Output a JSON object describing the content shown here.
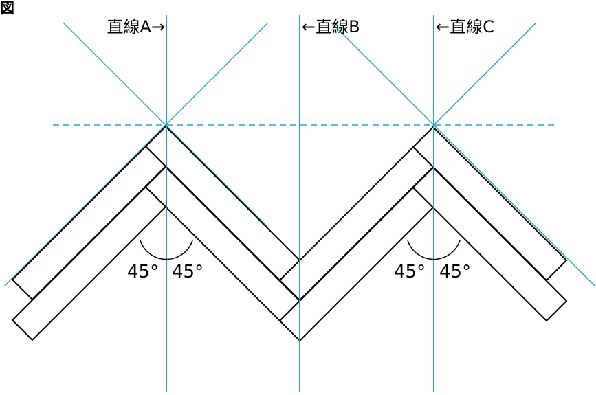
{
  "figure_label": "図",
  "lines": {
    "a": "直線A→",
    "b": "←直線B",
    "c": "←直線C"
  },
  "angles": {
    "left_1": "45°",
    "left_2": "45°",
    "right_1": "45°",
    "right_2": "45°"
  },
  "colors": {
    "guide": "#2aa0c6",
    "outline": "#000000",
    "fill": "#ffffff"
  }
}
